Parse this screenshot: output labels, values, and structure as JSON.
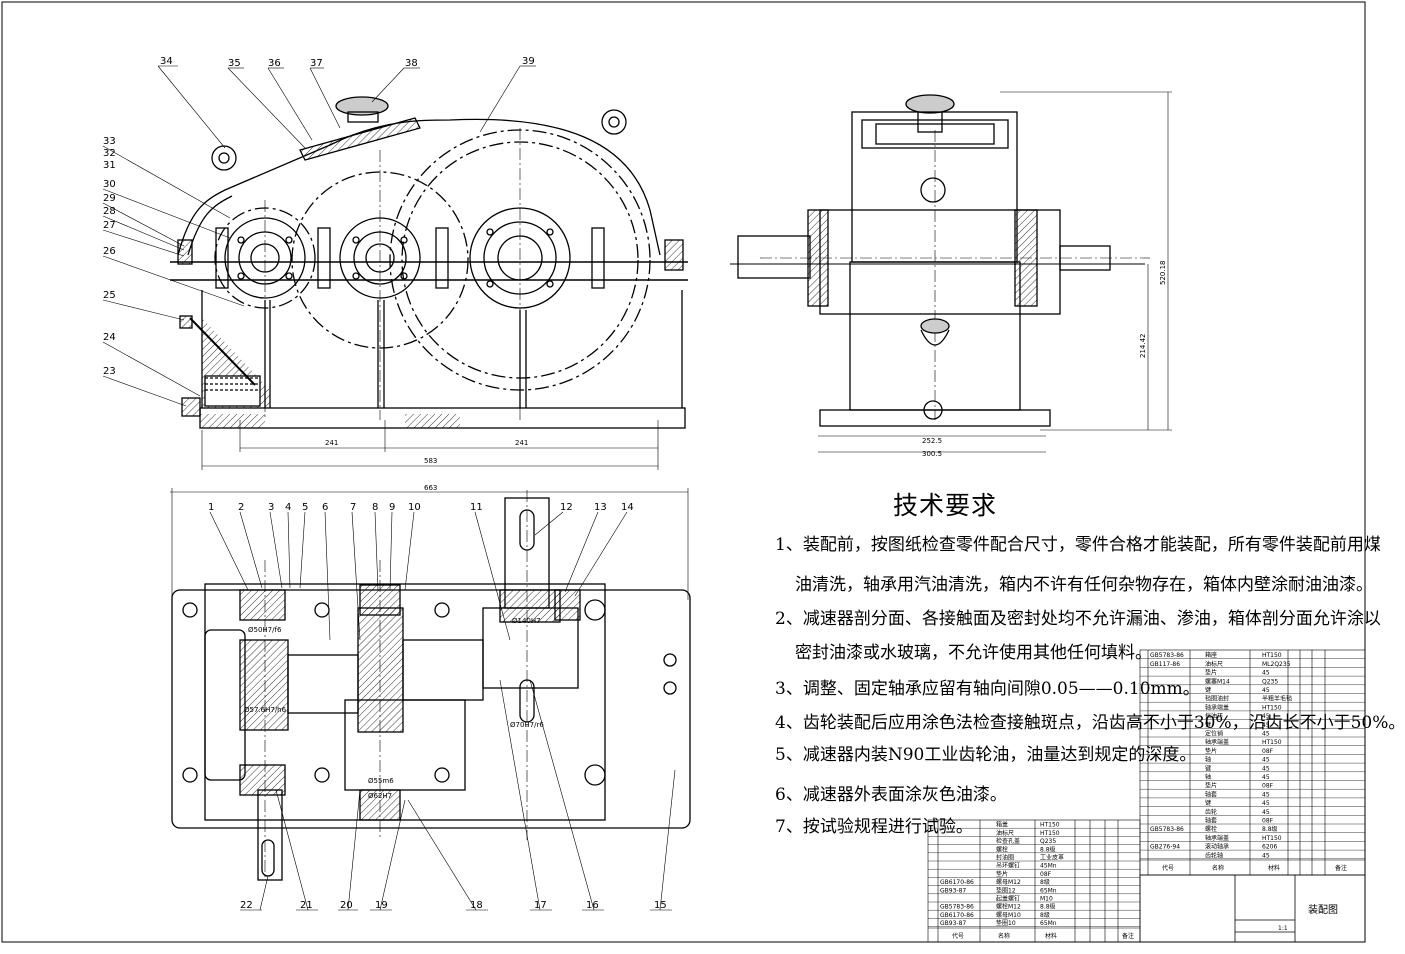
{
  "front_view": {
    "part_labels": [
      "34",
      "35",
      "36",
      "37",
      "38",
      "39",
      "33",
      "32",
      "31",
      "30",
      "29",
      "28",
      "27",
      "26",
      "25",
      "24",
      "23"
    ],
    "dims": [
      "241",
      "241",
      "583"
    ]
  },
  "side_view": {
    "dims": [
      "520.18",
      "214.42",
      "252.5",
      "300.5"
    ]
  },
  "top_view": {
    "overall_dim": "663",
    "top_labels": [
      "1",
      "2",
      "3",
      "4",
      "5",
      "6",
      "7",
      "8",
      "9",
      "10",
      "11",
      "12",
      "13",
      "14"
    ],
    "bottom_labels": [
      "22",
      "21",
      "20",
      "19",
      "18",
      "17",
      "16",
      "15"
    ],
    "fits": [
      "Ø50H7/f6",
      "Ø57.6H7/h6",
      "Ø140H7",
      "Ø70H7/r6",
      "Ø55m6",
      "Ø62H7"
    ]
  },
  "tech_requirements": {
    "title": "技术要求",
    "lines": [
      "1、装配前，按图纸检查零件配合尺寸，零件合格才能装配，所有零件装配前用煤",
      "油清洗，轴承用汽油清洗，箱内不许有任何杂物存在，箱体内壁涂耐油油漆。",
      "2、减速器剖分面、各接触面及密封处均不允许漏油、渗油，箱体剖分面允许涂以",
      "密封油漆或水玻璃，不允许使用其他任何填料。",
      "3、调整、固定轴承应留有轴向间隙0.05——0.10mm。",
      "4、齿轮装配后应用涂色法检查接触斑点，沿齿高不小于30%，沿齿长不小于50%。",
      "5、减速器内装N90工业齿轮油，油量达到规定的深度。",
      "6、减速器外表面涂灰色油漆。",
      "7、按试验规程进行试验。"
    ]
  },
  "parts_list_right": {
    "rows": [
      [
        "GB5783-86",
        "箱座",
        "HT150"
      ],
      [
        "GB117-86",
        "油标尺",
        "ML2Q235"
      ],
      [
        "",
        "垫片",
        "45"
      ],
      [
        "",
        "螺塞M14",
        "Q235"
      ],
      [
        "",
        "键",
        "45"
      ],
      [
        "",
        "毡圈油封",
        "半粗羊毛毡"
      ],
      [
        "",
        "轴承端盖",
        "HT150"
      ],
      [
        "",
        "挡油环",
        "45"
      ],
      [
        "",
        "键",
        "45"
      ],
      [
        "",
        "定位销",
        "45"
      ],
      [
        "",
        "轴承端盖",
        "HT150"
      ],
      [
        "",
        "垫片",
        "08F"
      ],
      [
        "",
        "轴",
        "45"
      ],
      [
        "",
        "键",
        "45"
      ],
      [
        "",
        "轴",
        "45"
      ],
      [
        "",
        "垫片",
        "08F"
      ],
      [
        "",
        "轴套",
        "45"
      ],
      [
        "",
        "键",
        "45"
      ],
      [
        "",
        "齿轮",
        "45"
      ],
      [
        "",
        "轴套",
        "08F"
      ],
      [
        "GB5783-86",
        "螺栓",
        "8.8级"
      ],
      [
        "",
        "轴承端盖",
        "HT150"
      ],
      [
        "GB276-94",
        "滚动轴承",
        "6206"
      ],
      [
        "",
        "齿轮轴",
        "45"
      ]
    ],
    "header": [
      "代号",
      "名称",
      "材料",
      "备注"
    ]
  },
  "parts_list_left": {
    "rows": [
      [
        "",
        "箱盖",
        "HT150"
      ],
      [
        "",
        "油标尺",
        "HT150"
      ],
      [
        "",
        "检查孔盖",
        "Q235"
      ],
      [
        "",
        "螺栓",
        "8.8级"
      ],
      [
        "",
        "封油圈",
        "工业皮革"
      ],
      [
        "",
        "吊环螺钉",
        "45Mn"
      ],
      [
        "",
        "垫片",
        "08F"
      ],
      [
        "GB6170-86",
        "螺母M12",
        "8级"
      ],
      [
        "GB93-87",
        "垫圈12",
        "65Mn"
      ],
      [
        "",
        "起盖螺钉",
        "M10"
      ],
      [
        "GB5783-86",
        "螺栓M12",
        "8.8级"
      ],
      [
        "GB6170-86",
        "螺母M10",
        "8级"
      ],
      [
        "GB93-87",
        "垫圈10",
        "65Mn"
      ]
    ],
    "header": [
      "代号",
      "名称",
      "材料",
      "备注"
    ]
  },
  "title_block": {
    "name": "装配图",
    "scale": "1:1"
  }
}
